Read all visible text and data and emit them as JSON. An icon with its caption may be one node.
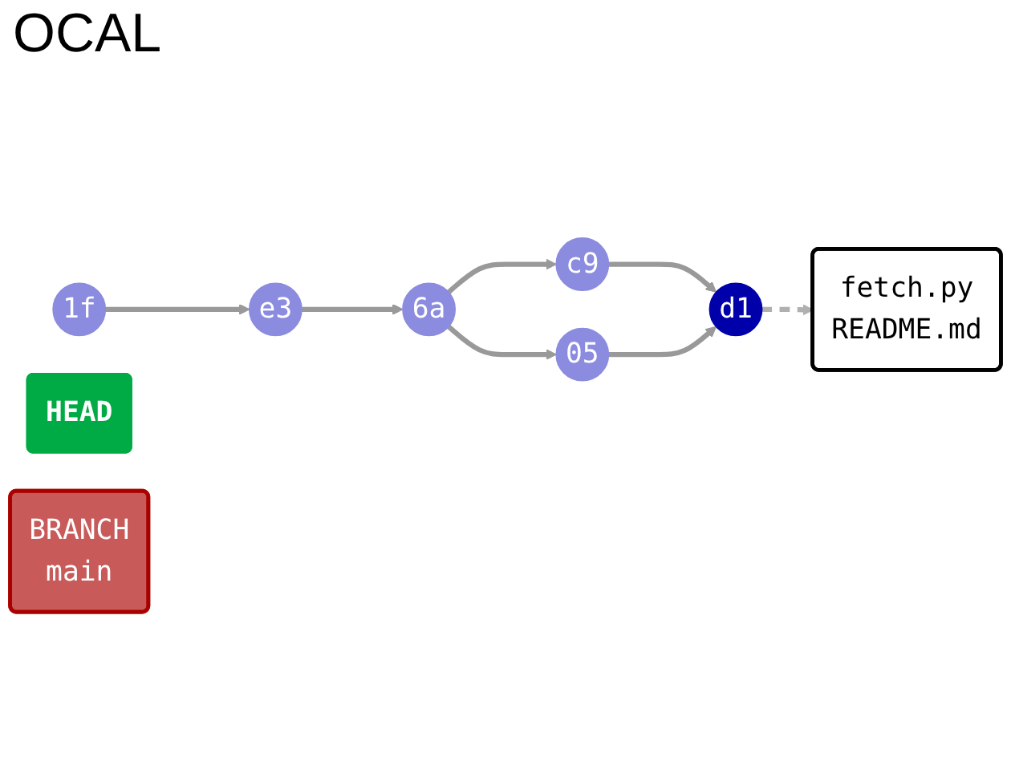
{
  "diagram": {
    "title": "OCAL",
    "nodes": [
      {
        "text": [
          "1f"
        ]
      },
      {
        "text": [
          "e3"
        ]
      },
      {
        "text": [
          "6a"
        ]
      },
      {
        "text": [
          "c9"
        ]
      },
      {
        "text": [
          "05"
        ]
      },
      {
        "text": [
          "d1"
        ]
      },
      {
        "text": [
          "HEAD"
        ]
      },
      {
        "text": [
          "BRANCH",
          "main"
        ]
      },
      {
        "text": [
          "fetch.py",
          "README.md"
        ]
      }
    ],
    "edges": [
      {
        "from": 0,
        "to": 1,
        "arrow": "to"
      },
      {
        "from": 1,
        "to": 2,
        "arrow": "to"
      },
      {
        "from": 2,
        "to": 3,
        "arrow": "to"
      },
      {
        "from": 2,
        "to": 4,
        "arrow": "to"
      },
      {
        "from": 3,
        "to": 5,
        "arrow": "to"
      },
      {
        "from": 4,
        "to": 5,
        "arrow": "to"
      },
      {
        "from": 5,
        "to": 8,
        "arrow": "to",
        "style": "dashed",
        "color": "#b0b0b0"
      }
    ]
  }
}
